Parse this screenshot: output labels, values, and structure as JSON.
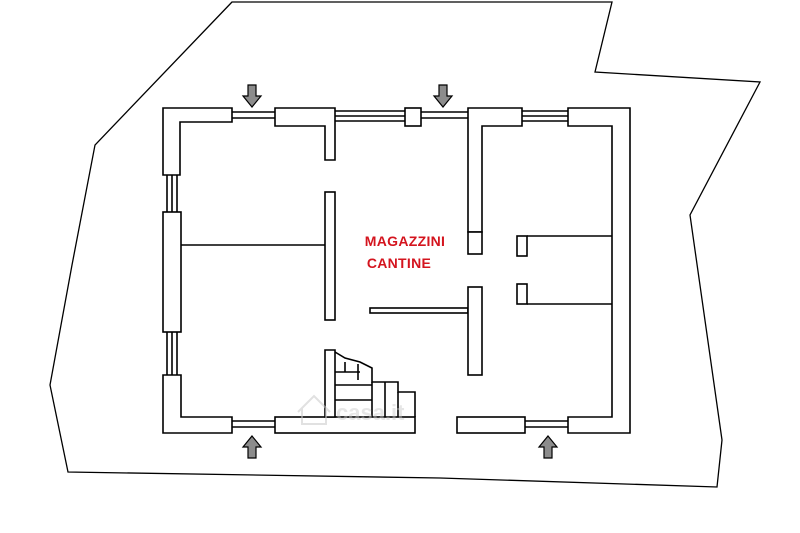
{
  "rooms": {
    "line1": "MAGAZZINI",
    "line2": "CANTINE"
  },
  "colors": {
    "label": "#d4141e",
    "walls": "#000000",
    "arrows": "#8c8c8c",
    "background": "#ffffff"
  },
  "entrances": [
    {
      "name": "entrance-arrow-top-left",
      "direction": "down"
    },
    {
      "name": "entrance-arrow-top-center",
      "direction": "down"
    },
    {
      "name": "entrance-arrow-bottom-left",
      "direction": "up"
    },
    {
      "name": "entrance-arrow-bottom-right",
      "direction": "up"
    }
  ],
  "watermark": "casa.it"
}
